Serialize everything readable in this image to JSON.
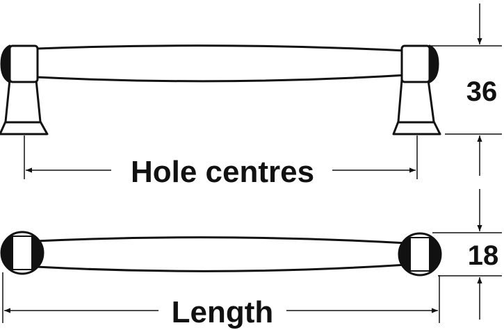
{
  "labels": {
    "hole_centres": "Hole centres",
    "length": "Length",
    "height": "36",
    "depth": "18"
  },
  "colors": {
    "line": "#111111",
    "fill": "#ffffff"
  }
}
